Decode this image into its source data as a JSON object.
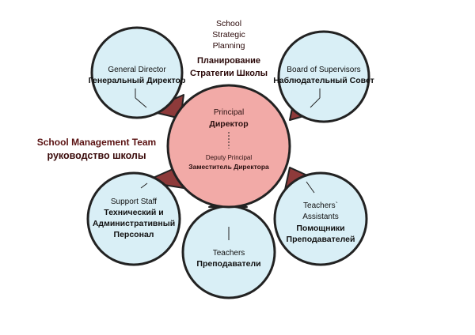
{
  "colors": {
    "outer_fill": "#d9eff6",
    "center_fill": "#f2aaa7",
    "connector": "#8e3a3a",
    "stroke": "#222222"
  },
  "title": {
    "en": [
      "School",
      "Strategic",
      "Planning"
    ],
    "ru": [
      "Планирование",
      "Стратегии Школы"
    ]
  },
  "team": {
    "en": "School Management Team",
    "ru": "руководство школы"
  },
  "center": {
    "principal_en": "Principal",
    "principal_ru": "Директор",
    "deputy_en": "Deputy Principal",
    "deputy_ru": "Заместитель Директора"
  },
  "nodes": {
    "general_director": {
      "en": [
        "General Director"
      ],
      "ru": [
        "Генеральный Директор"
      ]
    },
    "board": {
      "en": [
        "Board of Supervisors"
      ],
      "ru": [
        "Наблюдательный Совет"
      ]
    },
    "support": {
      "en": [
        "Support Staff"
      ],
      "ru": [
        "Технический и",
        "Административный",
        "Персонал"
      ]
    },
    "teachers": {
      "en": [
        "Teachers"
      ],
      "ru": [
        "Преподаватели"
      ]
    },
    "assistants": {
      "en": [
        "Teachers`",
        "Assistants"
      ],
      "ru": [
        "Помощники",
        "Преподавателей"
      ]
    }
  }
}
